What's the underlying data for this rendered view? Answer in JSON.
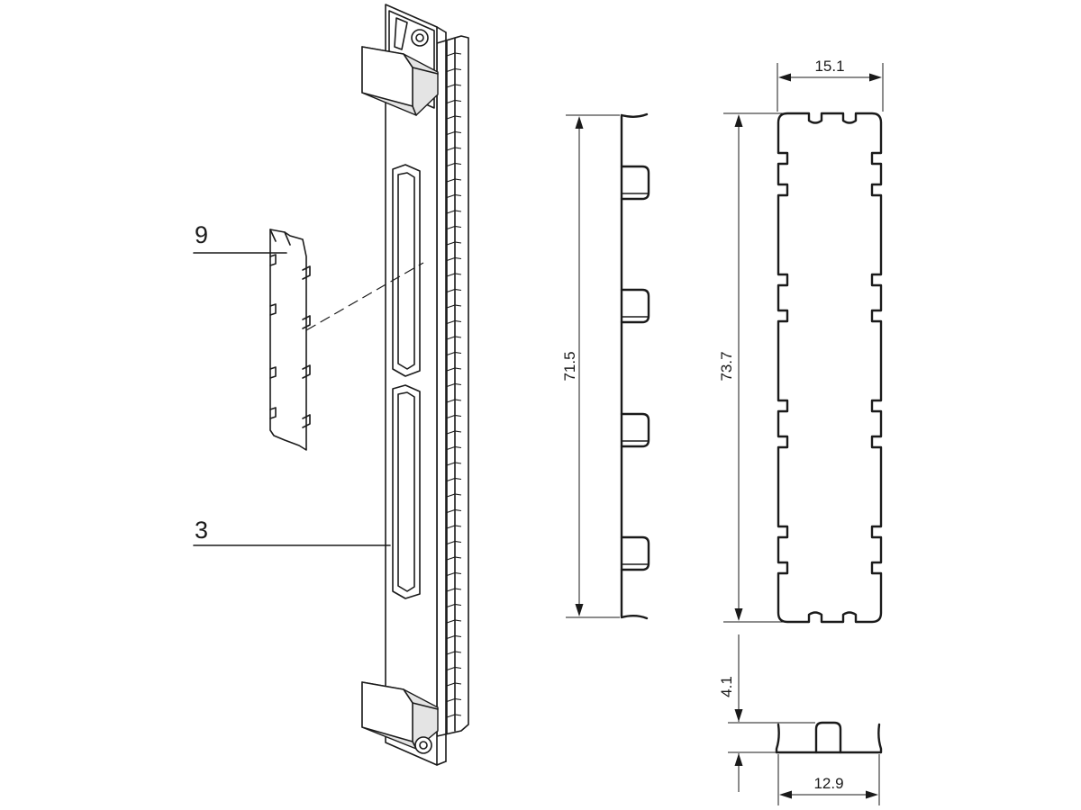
{
  "callouts": {
    "part_9": "9",
    "part_3": "3"
  },
  "dimensions": {
    "height_inner": "71.5",
    "height_outer": "73.7",
    "width_top": "15.1",
    "depth": "4.1",
    "width_bottom": "12.9"
  }
}
